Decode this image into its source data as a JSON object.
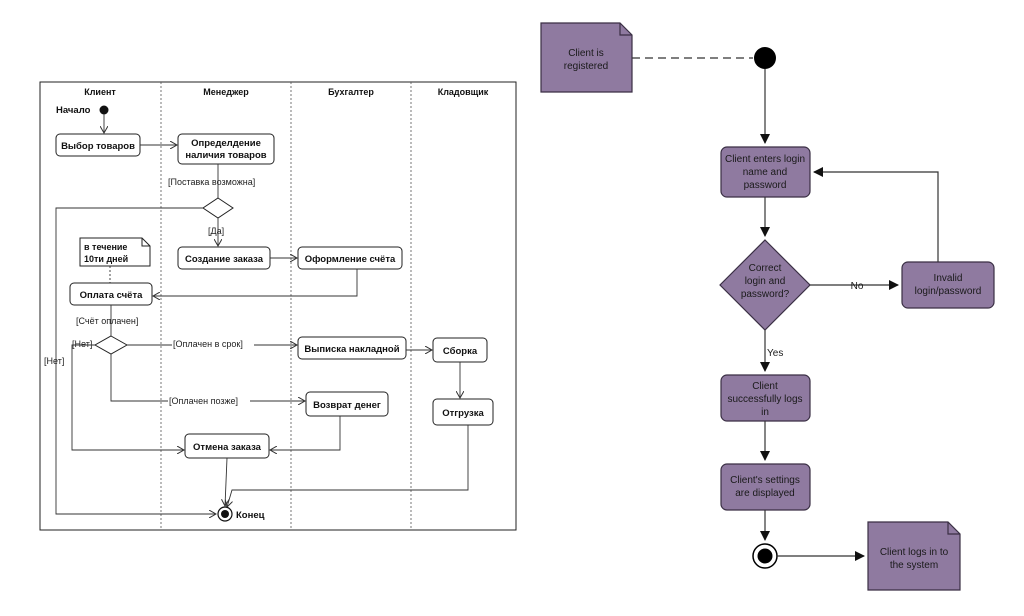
{
  "left_diagram": {
    "lanes": [
      "Клиент",
      "Менеджер",
      "Бухгалтер",
      "Кладовщик"
    ],
    "start_label": "Начало",
    "end_label": "Конец",
    "activities": {
      "choose_goods": "Выбор товаров",
      "check_availability": [
        "Определдение",
        "наличия товаров"
      ],
      "create_order": "Создание заказа",
      "make_invoice": "Оформление счёта",
      "pay_invoice": "Оплата счёта",
      "issue_waybill": "Выписка накладной",
      "assembly": "Сборка",
      "shipment": "Отгрузка",
      "refund": "Возврат денег",
      "cancel_order": "Отмена заказа"
    },
    "note": [
      "в течение",
      "10ти дней"
    ],
    "guards": {
      "delivery_possible": "[Поставка возможна]",
      "yes": "[Да]",
      "no_left": "[Нет]",
      "invoice_paid": "[Счёт оплачен]",
      "no": "[Нет]",
      "paid_on_time": "[Оплачен в срок]",
      "paid_late": "[Оплачен позже]"
    }
  },
  "right_diagram": {
    "colors": {
      "node_fill": "#8f7aa0",
      "node_stroke": "#3a2f44",
      "line": "#333333"
    },
    "notes": {
      "registered": [
        "Client is",
        "registered"
      ],
      "logs_in": [
        "Client logs in to",
        "the system"
      ]
    },
    "activities": {
      "enter_login": [
        "Client enters login",
        "name and",
        "password"
      ],
      "invalid": [
        "Invalid",
        "login/password"
      ],
      "success": [
        "Client",
        "successfully logs",
        "in"
      ],
      "settings": [
        "Client's settings",
        "are displayed"
      ]
    },
    "decision": [
      "Correct",
      "login and",
      "password?"
    ],
    "labels": {
      "no": "No",
      "yes": "Yes"
    }
  }
}
